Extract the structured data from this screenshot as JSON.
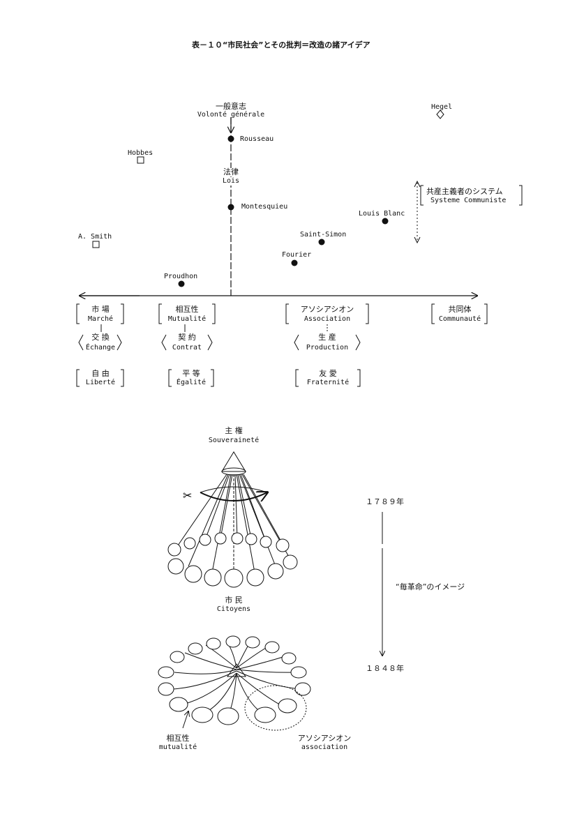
{
  "title": "表－１０“市民社会”とその批判＝改造の諸アイデア",
  "top_axis": {
    "jp": "一般意志",
    "fr": "Volonté générale"
  },
  "center_axis": {
    "jp": "法律",
    "fr": "Lois"
  },
  "thinkers": {
    "rousseau": "Rousseau",
    "montesquieu": "Montesquieu",
    "hobbes": "Hobbes",
    "smith": "A. Smith",
    "hegel": "Hegel",
    "louis_blanc": "Louis Blanc",
    "saint_simon": "Saint-Simon",
    "fourier": "Fourier",
    "proudhon": "Proudhon"
  },
  "communist_system": {
    "jp": "共産主義者のシステム",
    "fr": "Systeme Communiste"
  },
  "columns": [
    {
      "r1jp": "市 場",
      "r1fr": "Marché",
      "r2jp": "交 換",
      "r2fr": "Échange",
      "r3jp": "自 由",
      "r3fr": "Liberté"
    },
    {
      "r1jp": "相互性",
      "r1fr": "Mutualité",
      "r2jp": "契 約",
      "r2fr": "Contrat",
      "r3jp": "平 等",
      "r3fr": "Égalité"
    },
    {
      "r1jp": "アソシアシオン",
      "r1fr": "Association",
      "r2jp": "生 産",
      "r2fr": "Production",
      "r3jp": "友 愛",
      "r3fr": "Fraternité"
    },
    {
      "r1jp": "共同体",
      "r1fr": "Communauté"
    }
  ],
  "sovereignty": {
    "jp": "主 権",
    "fr": "Souveraineté"
  },
  "citizens": {
    "jp": "市 民",
    "fr": "Citoyens"
  },
  "year_start": "１７８９年",
  "year_end": "１８４８年",
  "revolution_image": "“毎革命”のイメージ",
  "mutuality": {
    "jp": "相互性",
    "fr": "mutualité"
  },
  "association": {
    "jp": "アソシアシオン",
    "fr": "association"
  }
}
